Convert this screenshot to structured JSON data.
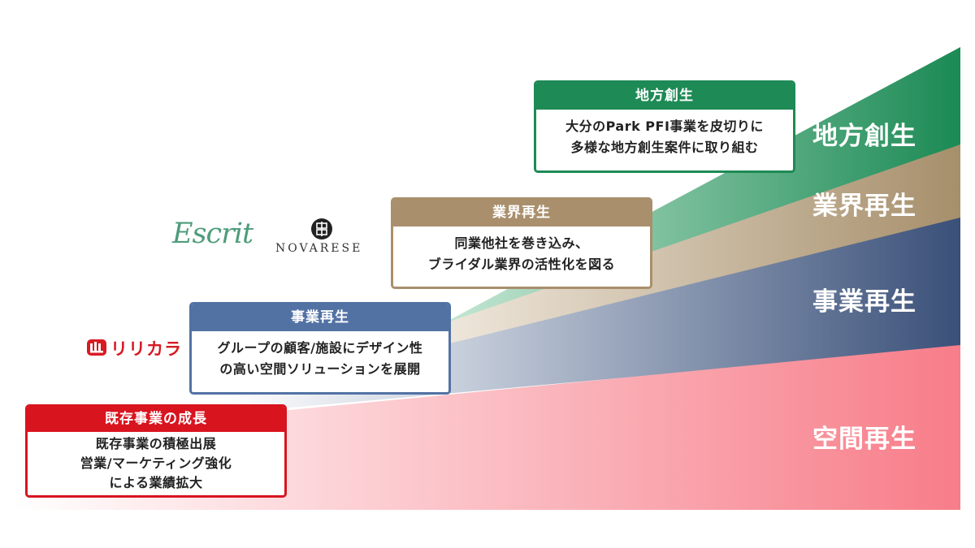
{
  "bands": {
    "chiho": {
      "label": "地方創生",
      "color": "#1e8a55"
    },
    "gyokai": {
      "label": "業界再生",
      "color": "#a8926f"
    },
    "jigyo": {
      "label": "事業再生",
      "color": "#3e5680"
    },
    "kukan": {
      "label": "空間再生",
      "color": "#f56b7b"
    }
  },
  "cards": {
    "chiho": {
      "title": "地方創生",
      "lines": [
        "大分のPark PFI事業を皮切りに",
        "多様な地方創生案件に取り組む"
      ],
      "color": "#1e8a55"
    },
    "gyokai": {
      "title": "業界再生",
      "lines": [
        "同業他社を巻き込み、",
        "ブライダル業界の活性化を図る"
      ],
      "color": "#a98f6c"
    },
    "jigyo": {
      "title": "事業再生",
      "lines": [
        "グループの顧客/施設にデザイン性",
        "の高い空間ソリューションを展開"
      ],
      "color": "#5272a4"
    },
    "kison": {
      "title": "既存事業の成長",
      "lines": [
        "既存事業の積極出展",
        "営業/マーケティング強化",
        "による業績拡大"
      ],
      "color": "#d8141f"
    }
  },
  "logos": {
    "escrit": "Escrit",
    "novarese": "NOVARESE",
    "ririkara": "リリカラ"
  }
}
